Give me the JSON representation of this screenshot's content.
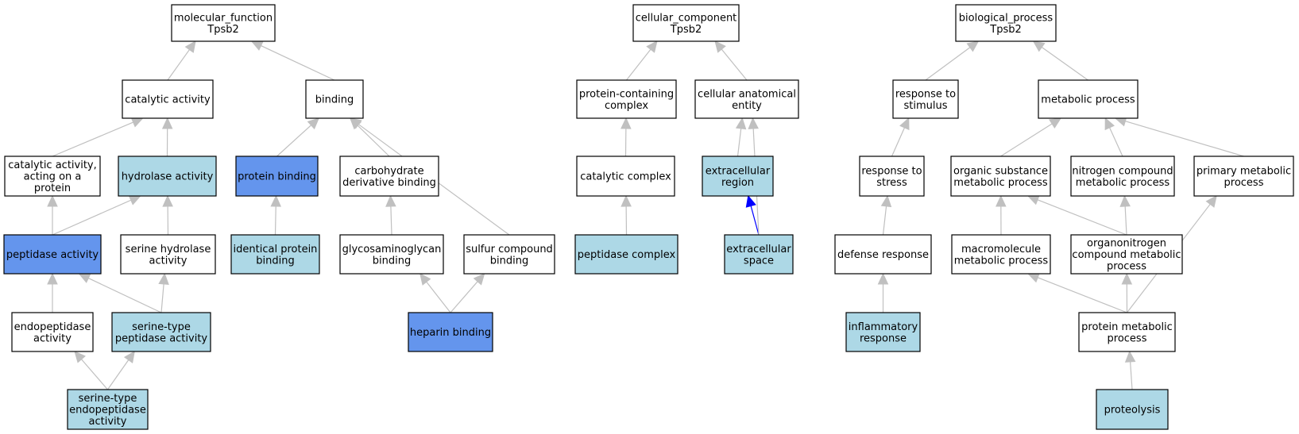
{
  "colors": {
    "plain": "#ffffff",
    "light": "#add8e6",
    "strong": "#6495ed",
    "edge": "#c0c0c0",
    "edge_highlight": "#0000ff"
  },
  "nodes": [
    {
      "id": "mf_root",
      "lines": [
        "molecular_function",
        "Tpsb2"
      ],
      "fill": "plain"
    },
    {
      "id": "catalytic",
      "lines": [
        "catalytic activity"
      ],
      "fill": "plain"
    },
    {
      "id": "binding",
      "lines": [
        "binding"
      ],
      "fill": "plain"
    },
    {
      "id": "cat_protein",
      "lines": [
        "catalytic activity,",
        "acting on a",
        "protein"
      ],
      "fill": "plain"
    },
    {
      "id": "hydrolase",
      "lines": [
        "hydrolase activity"
      ],
      "fill": "light"
    },
    {
      "id": "protein_binding",
      "lines": [
        "protein binding"
      ],
      "fill": "strong"
    },
    {
      "id": "carb_binding",
      "lines": [
        "carbohydrate",
        "derivative binding"
      ],
      "fill": "plain"
    },
    {
      "id": "peptidase",
      "lines": [
        "peptidase activity"
      ],
      "fill": "strong"
    },
    {
      "id": "serine_hydrolase",
      "lines": [
        "serine hydrolase",
        "activity"
      ],
      "fill": "plain"
    },
    {
      "id": "identical_protein",
      "lines": [
        "identical protein",
        "binding"
      ],
      "fill": "light"
    },
    {
      "id": "gag_binding",
      "lines": [
        "glycosaminoglycan",
        "binding"
      ],
      "fill": "plain"
    },
    {
      "id": "sulfur_binding",
      "lines": [
        "sulfur compound",
        "binding"
      ],
      "fill": "plain"
    },
    {
      "id": "endopeptidase",
      "lines": [
        "endopeptidase",
        "activity"
      ],
      "fill": "plain"
    },
    {
      "id": "serine_peptidase",
      "lines": [
        "serine-type",
        "peptidase activity"
      ],
      "fill": "light"
    },
    {
      "id": "heparin",
      "lines": [
        "heparin binding"
      ],
      "fill": "strong"
    },
    {
      "id": "serine_endo",
      "lines": [
        "serine-type",
        "endopeptidase",
        "activity"
      ],
      "fill": "light"
    },
    {
      "id": "cc_root",
      "lines": [
        "cellular_component",
        "Tpsb2"
      ],
      "fill": "plain"
    },
    {
      "id": "protein_complex",
      "lines": [
        "protein-containing",
        "complex"
      ],
      "fill": "plain"
    },
    {
      "id": "cell_entity",
      "lines": [
        "cellular anatomical",
        "entity"
      ],
      "fill": "plain"
    },
    {
      "id": "catalytic_complex",
      "lines": [
        "catalytic complex"
      ],
      "fill": "plain"
    },
    {
      "id": "extracellular_region",
      "lines": [
        "extracellular",
        "region"
      ],
      "fill": "light"
    },
    {
      "id": "peptidase_complex",
      "lines": [
        "peptidase complex"
      ],
      "fill": "light"
    },
    {
      "id": "extracellular_space",
      "lines": [
        "extracellular",
        "space"
      ],
      "fill": "light"
    },
    {
      "id": "bp_root",
      "lines": [
        "biological_process",
        "Tpsb2"
      ],
      "fill": "plain"
    },
    {
      "id": "response_stimulus",
      "lines": [
        "response to",
        "stimulus"
      ],
      "fill": "plain"
    },
    {
      "id": "metabolic",
      "lines": [
        "metabolic process"
      ],
      "fill": "plain"
    },
    {
      "id": "response_stress",
      "lines": [
        "response to",
        "stress"
      ],
      "fill": "plain"
    },
    {
      "id": "organic_substance",
      "lines": [
        "organic substance",
        "metabolic process"
      ],
      "fill": "plain"
    },
    {
      "id": "nitrogen_compound",
      "lines": [
        "nitrogen compound",
        "metabolic process"
      ],
      "fill": "plain"
    },
    {
      "id": "primary_metabolic",
      "lines": [
        "primary metabolic",
        "process"
      ],
      "fill": "plain"
    },
    {
      "id": "defense_response",
      "lines": [
        "defense response"
      ],
      "fill": "plain"
    },
    {
      "id": "macromolecule",
      "lines": [
        "macromolecule",
        "metabolic process"
      ],
      "fill": "plain"
    },
    {
      "id": "organonitrogen",
      "lines": [
        "organonitrogen",
        "compound metabolic",
        "process"
      ],
      "fill": "plain"
    },
    {
      "id": "inflammatory",
      "lines": [
        "inflammatory",
        "response"
      ],
      "fill": "light"
    },
    {
      "id": "protein_metabolic",
      "lines": [
        "protein metabolic",
        "process"
      ],
      "fill": "plain"
    },
    {
      "id": "proteolysis",
      "lines": [
        "proteolysis"
      ],
      "fill": "light"
    }
  ],
  "edges": [
    {
      "from": "catalytic",
      "to": "mf_root"
    },
    {
      "from": "binding",
      "to": "mf_root"
    },
    {
      "from": "cat_protein",
      "to": "catalytic"
    },
    {
      "from": "hydrolase",
      "to": "catalytic"
    },
    {
      "from": "protein_binding",
      "to": "binding"
    },
    {
      "from": "carb_binding",
      "to": "binding"
    },
    {
      "from": "sulfur_binding",
      "to": "binding"
    },
    {
      "from": "peptidase",
      "to": "cat_protein"
    },
    {
      "from": "peptidase",
      "to": "hydrolase"
    },
    {
      "from": "serine_hydrolase",
      "to": "hydrolase"
    },
    {
      "from": "identical_protein",
      "to": "protein_binding"
    },
    {
      "from": "gag_binding",
      "to": "carb_binding"
    },
    {
      "from": "endopeptidase",
      "to": "peptidase"
    },
    {
      "from": "serine_peptidase",
      "to": "peptidase"
    },
    {
      "from": "serine_peptidase",
      "to": "serine_hydrolase"
    },
    {
      "from": "heparin",
      "to": "gag_binding"
    },
    {
      "from": "heparin",
      "to": "sulfur_binding"
    },
    {
      "from": "serine_endo",
      "to": "endopeptidase"
    },
    {
      "from": "serine_endo",
      "to": "serine_peptidase"
    },
    {
      "from": "protein_complex",
      "to": "cc_root"
    },
    {
      "from": "cell_entity",
      "to": "cc_root"
    },
    {
      "from": "catalytic_complex",
      "to": "protein_complex"
    },
    {
      "from": "extracellular_region",
      "to": "cell_entity"
    },
    {
      "from": "peptidase_complex",
      "to": "catalytic_complex"
    },
    {
      "from": "extracellular_space",
      "to": "extracellular_region",
      "highlight": true
    },
    {
      "from": "extracellular_space",
      "to": "cell_entity"
    },
    {
      "from": "response_stimulus",
      "to": "bp_root"
    },
    {
      "from": "metabolic",
      "to": "bp_root"
    },
    {
      "from": "response_stress",
      "to": "response_stimulus"
    },
    {
      "from": "organic_substance",
      "to": "metabolic"
    },
    {
      "from": "nitrogen_compound",
      "to": "metabolic"
    },
    {
      "from": "primary_metabolic",
      "to": "metabolic"
    },
    {
      "from": "defense_response",
      "to": "response_stress"
    },
    {
      "from": "macromolecule",
      "to": "organic_substance"
    },
    {
      "from": "organonitrogen",
      "to": "organic_substance"
    },
    {
      "from": "organonitrogen",
      "to": "nitrogen_compound"
    },
    {
      "from": "inflammatory",
      "to": "defense_response"
    },
    {
      "from": "protein_metabolic",
      "to": "macromolecule"
    },
    {
      "from": "protein_metabolic",
      "to": "organonitrogen"
    },
    {
      "from": "protein_metabolic",
      "to": "primary_metabolic"
    },
    {
      "from": "proteolysis",
      "to": "protein_metabolic"
    }
  ]
}
